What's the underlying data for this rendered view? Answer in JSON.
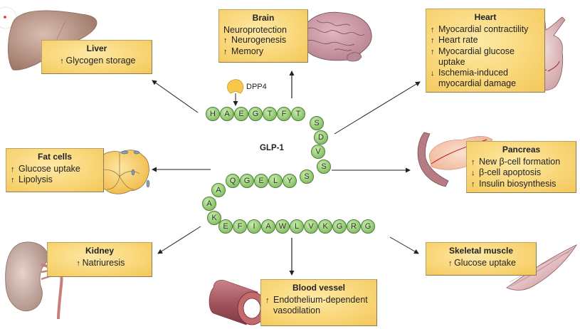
{
  "diagram": {
    "center_label": "GLP-1",
    "enzyme_label": "DPP4",
    "sequence": [
      "H",
      "A",
      "E",
      "G",
      "T",
      "F",
      "T",
      "S",
      "D",
      "V",
      "S",
      "S",
      "Y",
      "L",
      "E",
      "G",
      "Q",
      "A",
      "A",
      "K",
      "E",
      "F",
      "I",
      "A",
      "W",
      "L",
      "V",
      "K",
      "G",
      "R",
      "G"
    ],
    "colors": {
      "box_fill": "#f9d77a",
      "bead_fill": "#9fd27e",
      "enzyme_fill": "#f7c84a",
      "arrow": "#333333"
    }
  },
  "organs": {
    "liver": {
      "title": "Liver",
      "effects": [
        {
          "dir": "up",
          "text": "Glycogen storage"
        }
      ]
    },
    "brain": {
      "title": "Brain",
      "effects": [
        {
          "dir": "none",
          "text": "Neuroprotection"
        },
        {
          "dir": "up",
          "text": "Neurogenesis"
        },
        {
          "dir": "up",
          "text": "Memory"
        }
      ]
    },
    "heart": {
      "title": "Heart",
      "effects": [
        {
          "dir": "up",
          "text": "Myocardial contractility"
        },
        {
          "dir": "up",
          "text": "Heart rate"
        },
        {
          "dir": "up",
          "text": "Myocardial glucose",
          "cont": "uptake"
        },
        {
          "dir": "down",
          "text": "Ischemia-induced",
          "cont": "myocardial damage"
        }
      ]
    },
    "fat": {
      "title": "Fat cells",
      "effects": [
        {
          "dir": "up",
          "text": "Glucose uptake"
        },
        {
          "dir": "up",
          "text": "Lipolysis"
        }
      ]
    },
    "pancreas": {
      "title": "Pancreas",
      "effects": [
        {
          "dir": "up",
          "text": "New β-cell formation"
        },
        {
          "dir": "down",
          "text": "β-cell apoptosis"
        },
        {
          "dir": "up",
          "text": "Insulin biosynthesis"
        }
      ]
    },
    "kidney": {
      "title": "Kidney",
      "effects": [
        {
          "dir": "up",
          "text": "Natriuresis"
        }
      ]
    },
    "vessel": {
      "title": "Blood vessel",
      "effects": [
        {
          "dir": "up",
          "text": "Endothelium-dependent",
          "cont": "vasodilation"
        }
      ]
    },
    "muscle": {
      "title": "Skeletal muscle",
      "effects": [
        {
          "dir": "up",
          "text": "Glucose uptake"
        }
      ]
    }
  },
  "glyphs": {
    "up": "↑",
    "down": "↓"
  }
}
